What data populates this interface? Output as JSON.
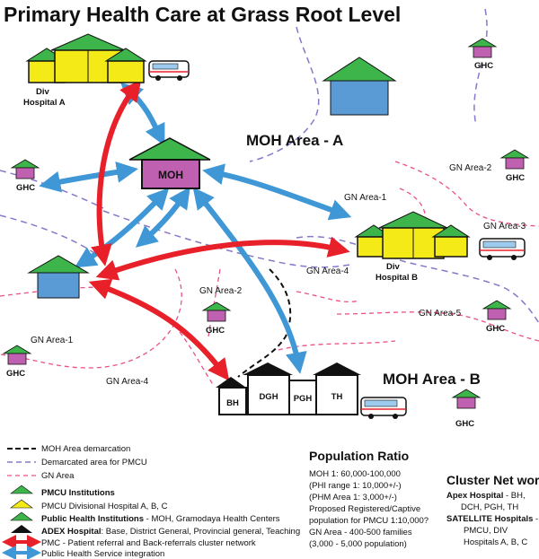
{
  "title": "Primary Health Care at Grass Root Level",
  "areas": {
    "moh_a": "MOH Area - A",
    "moh_b": "MOH Area - B"
  },
  "gn_areas": [
    "GN Area-1",
    "GN Area-2",
    "GN Area-3",
    "GN Area-4",
    "GN Area-5",
    "GN Area-2",
    "GN Area-1",
    "GN Area-4"
  ],
  "ghc_label": "GHC",
  "moh_label": "MOH",
  "div_hospital_a": [
    "Div",
    "Hospital A"
  ],
  "div_hospital_b": [
    "Div",
    "Hospital B"
  ],
  "cluster_labels": [
    "BH",
    "DGH",
    "PGH",
    "TH"
  ],
  "legend": [
    {
      "text": "MOH Area demarcation",
      "bold_prefix": ""
    },
    {
      "text": "Demarcated area for PMCU",
      "bold_prefix": ""
    },
    {
      "text": "GN Area",
      "bold_prefix": ""
    },
    {
      "text": "",
      "bold_prefix": "PMCU Institutions"
    },
    {
      "text": "PMCU Divisional Hospital A, B, C",
      "bold_prefix": ""
    },
    {
      "text": " - MOH, Gramodaya Health Centers",
      "bold_prefix": "Public Health Institutions"
    },
    {
      "text": ": Base, District General, Provincial general, Teaching",
      "bold_prefix": "ADEX Hospital"
    },
    {
      "text": "PMC  - Patient referral and Back-referrals cluster network",
      "bold_prefix": ""
    },
    {
      "text": "Public Health Service integration",
      "bold_prefix": ""
    }
  ],
  "population_ratio": {
    "heading": "Population Ratio",
    "lines": [
      "MOH  1: 60,000-100,000",
      "(PHI range 1: 10,000+/-)",
      "(PHM Area 1: 3,000+/-)",
      "Proposed Registered/Captive",
      "population for PMCU 1:10,000?",
      "GN Area - 400-500 families",
      "(3,000 - 5,000 population)"
    ]
  },
  "cluster_network": {
    "heading": "Cluster Net work",
    "apex_bold": "Apex Hospital",
    "apex_lines": [
      " - BH,",
      "DCH, PGH, TH"
    ],
    "satellite_bold": "SATELLITE Hospitals",
    "satellite_lines": [
      " -",
      "PMCU, DIV",
      "Hospitals A, B, C"
    ]
  },
  "colors": {
    "yellow": "#f4ea17",
    "green": "#3db54a",
    "purple": "#c060b0",
    "blue": "#5b9bd5",
    "red": "#e8202a",
    "arrow_blue": "#3f97d6",
    "dashed_purple": "#8878c8",
    "dashed_pink": "#ec4f8c"
  }
}
